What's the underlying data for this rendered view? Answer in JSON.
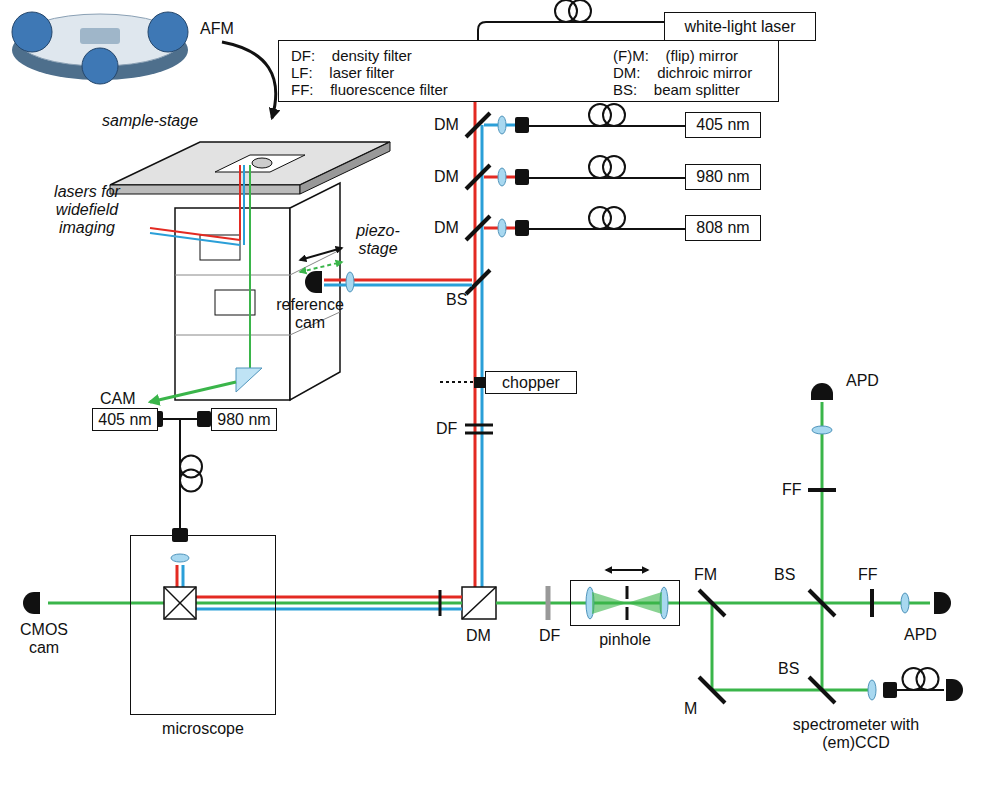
{
  "diagram": {
    "nodes": [
      {
        "text": [
          "white-light laser"
        ]
      },
      {
        "text": [
          "405 nm"
        ]
      },
      {
        "text": [
          "980 nm"
        ]
      },
      {
        "text": [
          "808 nm"
        ]
      },
      {
        "text": [
          "chopper"
        ]
      },
      {
        "text": [
          "405 nm"
        ]
      },
      {
        "text": [
          "980 nm"
        ]
      },
      {
        "text": [
          "microscope"
        ]
      },
      {
        "text": [
          "pinhole"
        ]
      }
    ],
    "labels": [
      "AFM",
      "sample-stage",
      "piezo-stage",
      "lasers for widefield imaging",
      "CAM",
      "DM",
      "DM",
      "DM",
      "BS",
      "reference cam",
      "DF",
      "CMOS cam",
      "DM",
      "DF",
      "FM",
      "M",
      "BS",
      "BS",
      "FF",
      "FF",
      "APD",
      "APD",
      "spectrometer with (em)CCD"
    ],
    "legend": [
      {
        "text": "DF:    density filter"
      },
      {
        "text": "LF:    laser filter"
      },
      {
        "text": "FF:    fluorescence filter"
      },
      {
        "text": "(F)M:    (flip) mirror"
      },
      {
        "text": "DM:    dichroic mirror"
      },
      {
        "text": "BS:    beam splitter"
      }
    ]
  }
}
